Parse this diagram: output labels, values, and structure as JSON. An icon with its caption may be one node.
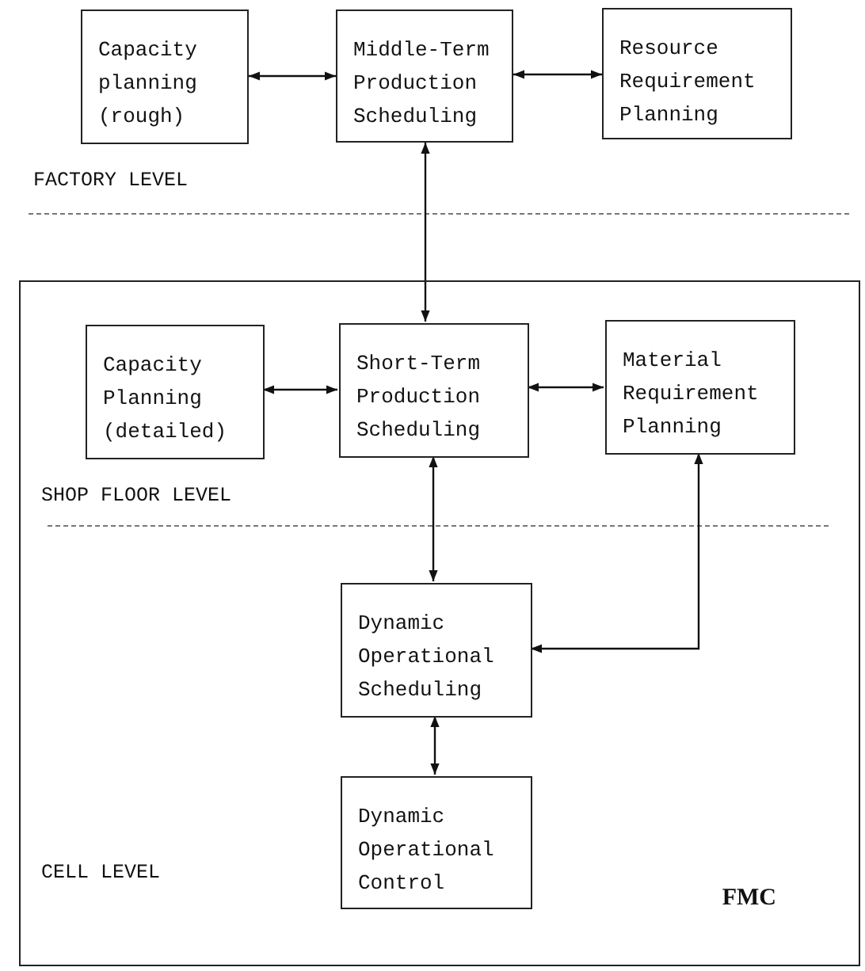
{
  "diagram": {
    "nodes": [
      {
        "text": [
          "Capacity planning (rough)"
        ]
      },
      {
        "text": [
          "Middle-Term Production Scheduling"
        ]
      },
      {
        "text": [
          "Resource Requirement Planning"
        ]
      },
      {
        "text": [
          "FMC"
        ]
      },
      {
        "text": [
          "Capacity Planning (detailed)"
        ],
        "in": 3
      },
      {
        "text": [
          "Short-Term Production Scheduling"
        ],
        "in": 3
      },
      {
        "text": [
          "Material Requirement Planning"
        ],
        "in": 3
      },
      {
        "text": [
          "Dynamic Operational Scheduling"
        ],
        "in": 3
      },
      {
        "text": [
          "Dynamic Operational Control"
        ],
        "in": 3
      }
    ],
    "edges": [
      {
        "from": 0,
        "to": 1,
        "arrow": "both"
      },
      {
        "from": 1,
        "to": 2,
        "arrow": "both"
      },
      {
        "from": 1,
        "to": 5,
        "arrow": "both"
      },
      {
        "from": 4,
        "to": 5,
        "arrow": "both"
      },
      {
        "from": 5,
        "to": 6,
        "arrow": "both"
      },
      {
        "from": 5,
        "to": 7,
        "arrow": "both"
      },
      {
        "from": 6,
        "to": 7,
        "arrow": "both"
      },
      {
        "from": 7,
        "to": 8,
        "arrow": "both"
      }
    ],
    "labels": [
      "FACTORY LEVEL",
      "SHOP FLOOR LEVEL",
      "CELL LEVEL"
    ]
  }
}
